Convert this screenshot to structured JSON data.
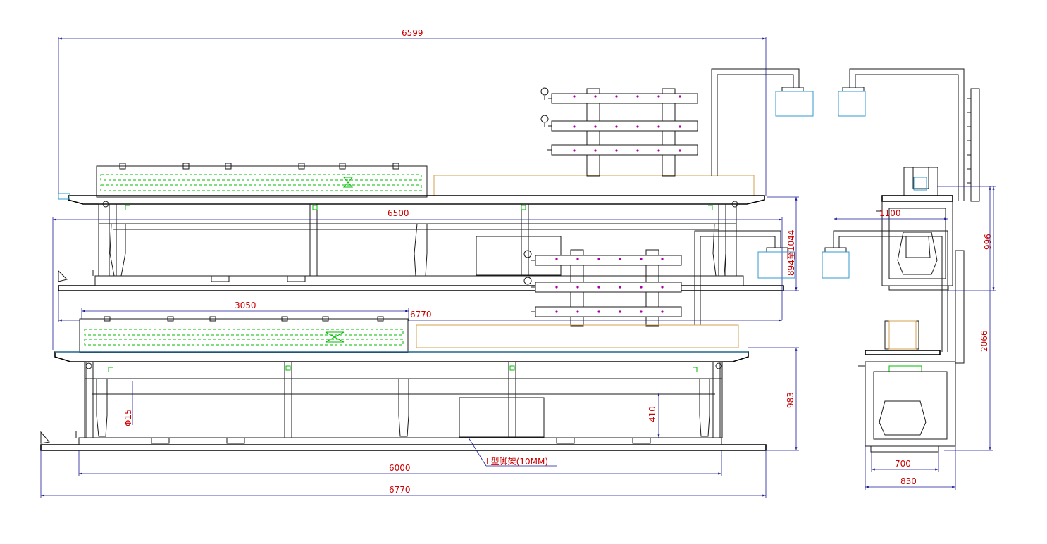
{
  "drawing": {
    "dimensions": {
      "upper_total_length": "6599",
      "upper_frame_length": "6500",
      "upper_height": "894至1044",
      "lower_total_length_top": "6770",
      "lower_sub_length": "3050",
      "lower_height": "983",
      "rod_diameter": "Φ15",
      "adjust_height": "410",
      "lower_frame_length": "6000",
      "lower_total_length_bottom": "6770",
      "side_width_upper": "1100",
      "side_height_upper": "996",
      "side_total_height": "2066",
      "side_inner_width": "700",
      "side_outer_width": "830"
    },
    "notes": {
      "leg_frame_note": "L型脚架(10MM)"
    },
    "colors": {
      "outline": "#1a1a1a",
      "dimension_line": "#1a1a9a",
      "dimension_text": "#cc0000",
      "hidden_green": "#00bb00",
      "cyan": "#3399cc",
      "tan": "#d4a050",
      "bolt_magenta": "#aa00aa"
    }
  }
}
